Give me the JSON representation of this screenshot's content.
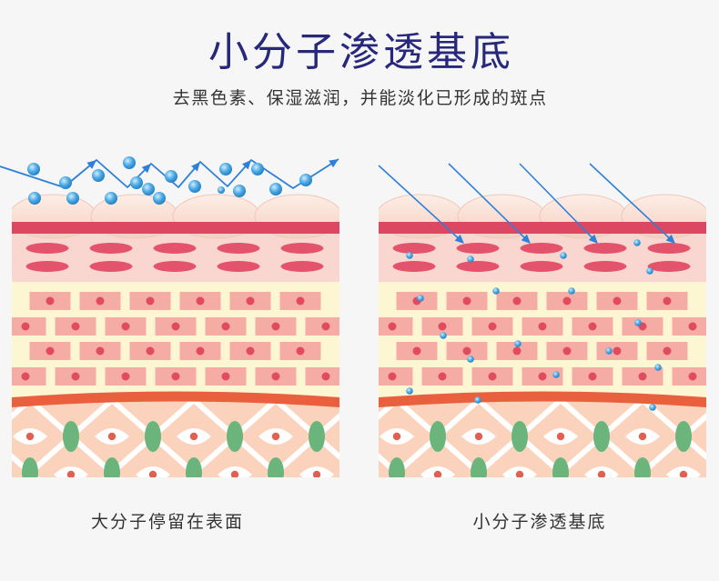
{
  "title": "小分子渗透基底",
  "subtitle": "去黑色素、保湿滋润，并能淡化已形成的斑点",
  "panels": {
    "left": {
      "caption": "大分子停留在表面"
    },
    "right": {
      "caption": "小分子渗透基底"
    }
  },
  "colors": {
    "background": "#f6f6f6",
    "title": "#27287b",
    "text": "#333333",
    "stratum": "#dc4862",
    "pink": "#f9d7d0",
    "cell": "#e3536b",
    "yellow": "#fdf6d3",
    "brick": "#f5aca4",
    "nucleus": "#e04b60",
    "basement": "#e9603f",
    "dermis": "#fbd3bd",
    "lattice": "#ffffff",
    "eye": "#ffffff",
    "eyeDot": "#e2604f",
    "green": "#6bb57c",
    "arrow": "#2f80d8",
    "molecule": "#3c9de0"
  }
}
